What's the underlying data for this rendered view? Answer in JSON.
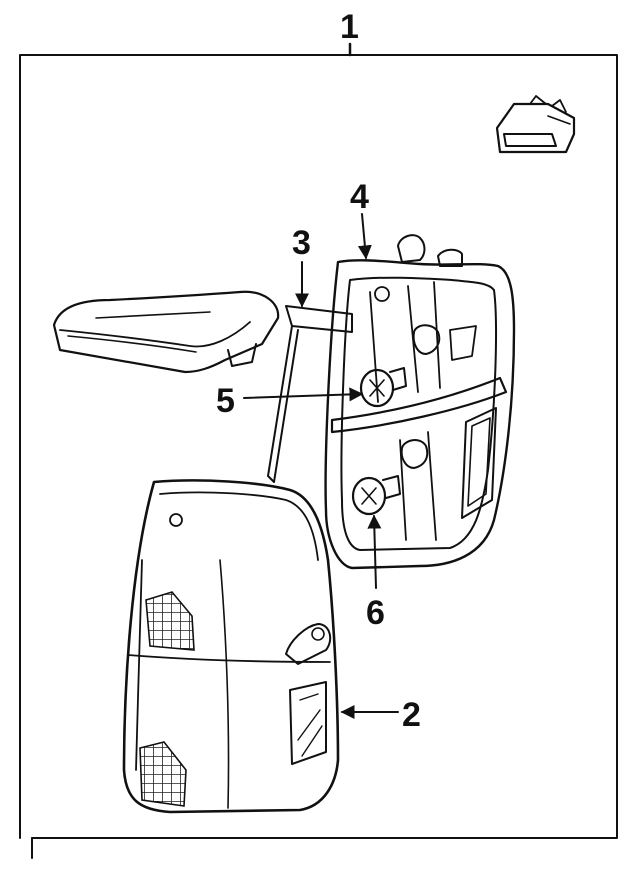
{
  "diagram": {
    "callouts": [
      {
        "id": "assembly",
        "label": "1"
      },
      {
        "id": "lens",
        "label": "2"
      },
      {
        "id": "gasket",
        "label": "3"
      },
      {
        "id": "housing",
        "label": "4"
      },
      {
        "id": "upper-bulb",
        "label": "5"
      },
      {
        "id": "lower-bulb",
        "label": "6"
      }
    ]
  }
}
